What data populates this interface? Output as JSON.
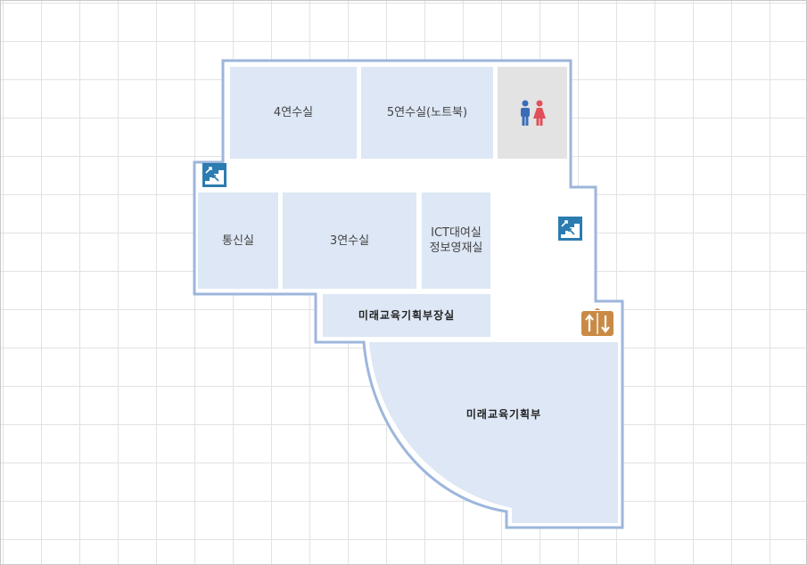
{
  "rooms": {
    "lab4": "4연수실",
    "lab5": "5연수실(노트북)",
    "comm": "통신실",
    "lab3": "3연수실",
    "ict_line1": "ICT대여실",
    "ict_line2": "정보영재실",
    "director": "미래교육기획부장실",
    "planning": "미래교육기획부"
  },
  "icons": {
    "restroom": "restroom-icon",
    "stairs": "stairs-icon",
    "elevator": "elevator-icon"
  },
  "colors": {
    "room_fill": "#dde7f5",
    "wall": "#9db6dc",
    "restroom_fill": "#e3e3e3",
    "stairs": "#2b7cb0",
    "elevator": "#c98a45",
    "male": "#3a6db8",
    "female": "#e0505a"
  }
}
